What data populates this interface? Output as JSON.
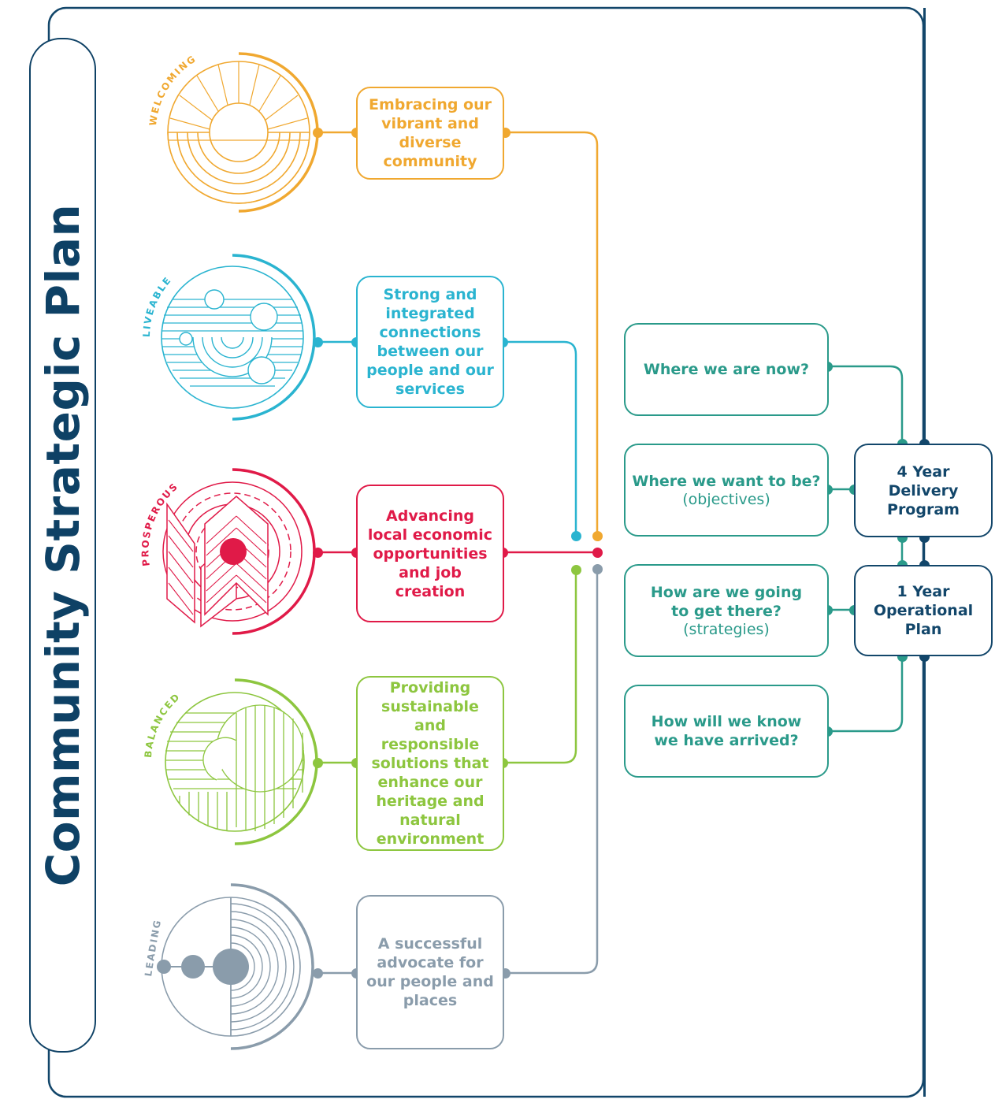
{
  "title": "Community Strategic Plan",
  "colors": {
    "frame": "#12466a",
    "welcoming": "#f0a830",
    "liveable": "#2ab4d0",
    "prosperous": "#e01a48",
    "balanced": "#8dc63f",
    "leading": "#8a9cab",
    "question": "#2a9a8a",
    "plan": "#12466a"
  },
  "pillars": [
    {
      "key": "welcoming",
      "label": "WELCOMING",
      "icon": "welcoming-sun-icon",
      "text": "Embracing our vibrant and diverse community"
    },
    {
      "key": "liveable",
      "label": "LIVEABLE",
      "icon": "liveable-circles-icon",
      "text": "Strong and integrated connections between our people and our services"
    },
    {
      "key": "prosperous",
      "label": "PROSPEROUS",
      "icon": "prosperous-arrows-icon",
      "text": "Advancing local economic opportunities and job creation"
    },
    {
      "key": "balanced",
      "label": "BALANCED",
      "icon": "balanced-overlap-icon",
      "text": "Providing sustainable and responsible solutions that enhance our heritage and natural environment"
    },
    {
      "key": "leading",
      "label": "LEADING",
      "icon": "leading-dots-icon",
      "text": "A successful advocate for our people and places"
    }
  ],
  "questions": [
    {
      "main": "Where we are now?",
      "sub": ""
    },
    {
      "main": "Where we want to be?",
      "sub": "(objectives)"
    },
    {
      "main": "How are we going to get there?",
      "sub": "(strategies)"
    },
    {
      "main": "How will we know we have arrived?",
      "sub": ""
    }
  ],
  "plans": [
    {
      "main": "4 Year Delivery Program"
    },
    {
      "main": "1 Year Operational Plan"
    }
  ]
}
